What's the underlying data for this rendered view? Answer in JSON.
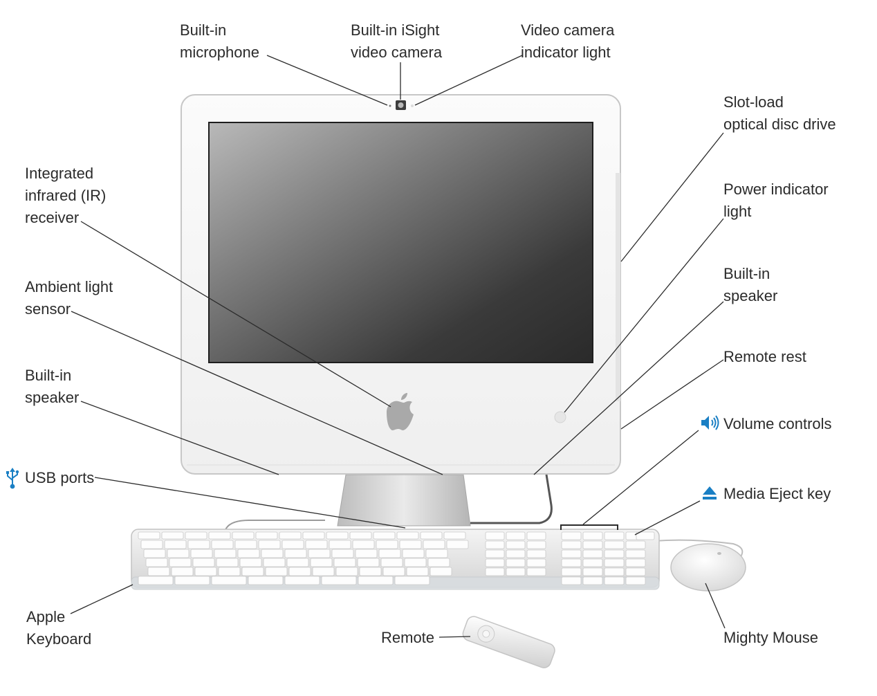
{
  "labels": {
    "builtin_microphone": [
      "Built-in",
      "microphone"
    ],
    "isight_camera": [
      "Built-in iSight",
      "video camera"
    ],
    "camera_indicator": [
      "Video camera",
      "indicator light"
    ],
    "slot_load": [
      "Slot-load",
      "optical disc drive"
    ],
    "ir_receiver": [
      "Integrated",
      "infrared (IR)",
      "receiver"
    ],
    "power_indicator": [
      "Power indicator",
      "light"
    ],
    "ambient_light": [
      "Ambient light",
      "sensor"
    ],
    "speaker_right": [
      "Built-in",
      "speaker"
    ],
    "remote_rest": [
      "Remote rest"
    ],
    "speaker_left": [
      "Built-in",
      "speaker"
    ],
    "volume_controls": [
      "Volume controls"
    ],
    "usb_ports": [
      "USB ports"
    ],
    "media_eject": [
      "Media Eject key"
    ],
    "apple_keyboard": [
      "Apple",
      "Keyboard"
    ],
    "remote": [
      "Remote"
    ],
    "mighty_mouse": [
      "Mighty Mouse"
    ]
  },
  "icons": {
    "usb": "usb-icon",
    "volume": "speaker-volume-icon",
    "eject": "eject-icon"
  },
  "colors": {
    "accent": "#1a7fc4",
    "leader": "#2b2b2b",
    "label": "#2b2b2b"
  }
}
